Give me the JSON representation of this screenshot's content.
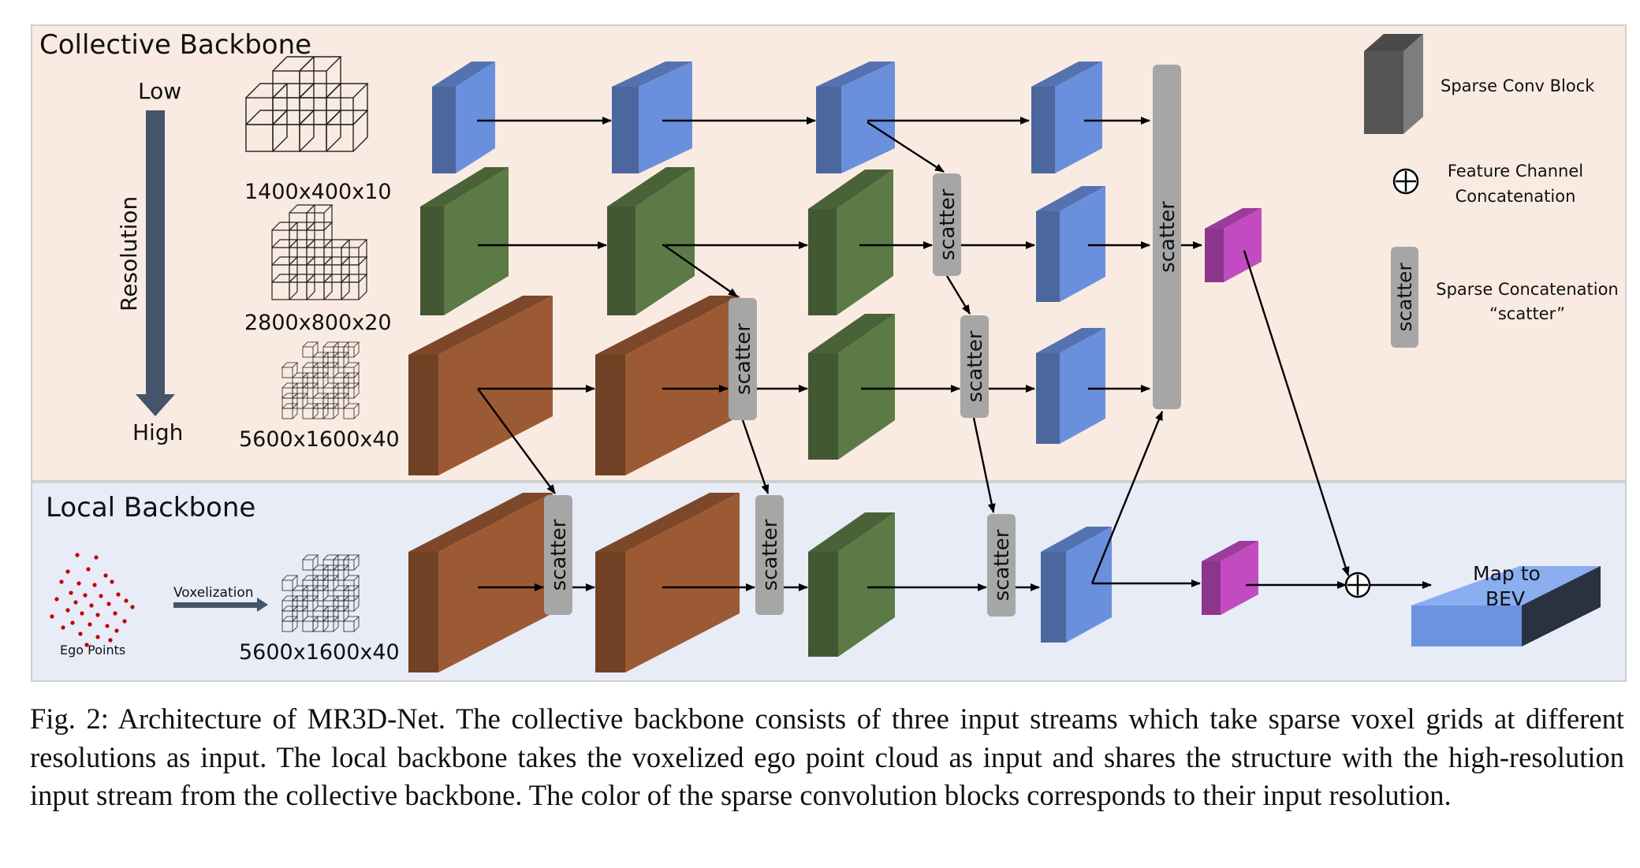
{
  "panels": {
    "collective_title": "Collective Backbone",
    "local_title": "Local Backbone"
  },
  "resolution_axis": {
    "low": "Low",
    "high": "High",
    "label": "Resolution"
  },
  "grid_labels": [
    "1400x400x10",
    "2800x800x20",
    "5600x1600x40",
    "5600x1600x40"
  ],
  "ego": {
    "points_label": "Ego Points",
    "voxelization_label": "Voxelization"
  },
  "scatter_label": "scatter",
  "bev_label": [
    "Map to",
    "BEV"
  ],
  "legend": {
    "conv_block": "Sparse Conv Block",
    "concat_line1": "Feature Channel",
    "concat_line2": "Concatenation",
    "scatter_line1": "Sparse Concatenation",
    "scatter_line2": "“scatter”"
  },
  "colors": {
    "collective_bg": "#f9ebe1",
    "local_bg": "#e8ecf7",
    "blue": "#6a8fdc",
    "green": "#5b7a45",
    "orange": "#9c5a34",
    "magenta": "#c24bc1",
    "gray_scatter": "#a6a6a6",
    "legend_block": "#6e6e6e",
    "bev": "#8aaef0"
  },
  "caption": "Fig. 2: Architecture of MR3D-Net. The collective backbone consists of three input streams which take sparse voxel grids at different resolutions as input. The local backbone takes the voxelized ego point cloud as input and shares the structure with the high-resolution input stream from the collective backbone. The color of the sparse convolution blocks corresponds to their input resolution."
}
